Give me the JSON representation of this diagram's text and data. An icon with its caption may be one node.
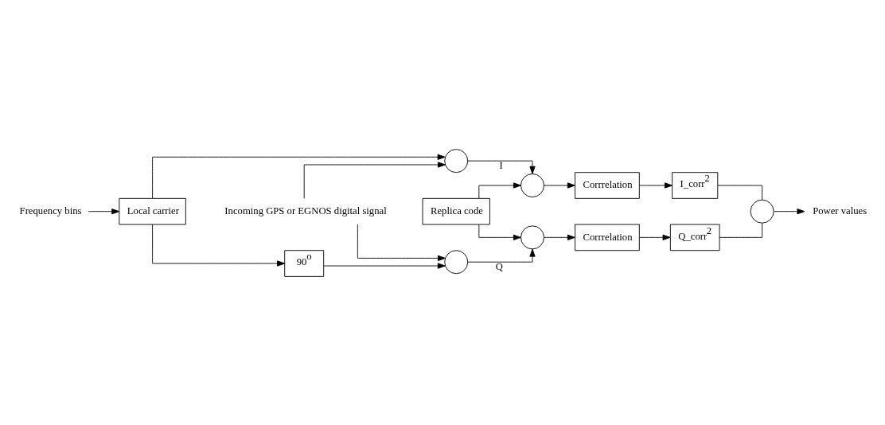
{
  "diagram": {
    "nodes": [
      {
        "text": [
          "Incoming GPS or EGNOS digital signal"
        ]
      },
      {
        "text": [],
        "shape": "circle"
      },
      {
        "text": [],
        "shape": "circle"
      },
      {
        "text": [],
        "shape": "circle"
      },
      {
        "text": [],
        "shape": "circle"
      },
      {
        "text": [
          "Corrrelation"
        ]
      },
      {
        "text": [
          "I_corr$^{2}$"
        ]
      },
      {
        "text": [
          "Corrrelation"
        ]
      },
      {
        "text": [
          "Q_corr$^{2}$"
        ]
      },
      {
        "text": [],
        "shape": "circle"
      },
      {
        "text": [
          "Power values"
        ]
      },
      {
        "text": [
          "90$^{o}$"
        ]
      },
      {
        "text": [
          "Replica code"
        ]
      },
      {
        "text": [
          "Local carrier"
        ]
      },
      {
        "text": [
          "Frequency bins"
        ]
      }
    ],
    "edges": [
      {
        "from": 0,
        "to": 1,
        "arrow": "to"
      },
      {
        "from": 0,
        "to": 3,
        "arrow": "to"
      },
      {
        "from": 1,
        "to": 2,
        "arrow": "to",
        "label": "I"
      },
      {
        "from": 3,
        "to": 4,
        "arrow": "to",
        "label": "Q"
      },
      {
        "from": 2,
        "to": 5,
        "arrow": "to"
      },
      {
        "from": 4,
        "to": 7,
        "arrow": "to"
      },
      {
        "from": 5,
        "to": 6,
        "arrow": "to"
      },
      {
        "from": 7,
        "to": 8,
        "arrow": "to"
      },
      {
        "from": 6,
        "to": 9,
        "arrow": "none"
      },
      {
        "from": 8,
        "to": 9,
        "arrow": "none"
      },
      {
        "from": 9,
        "to": 10,
        "arrow": "to"
      },
      {
        "from": 13,
        "to": 1,
        "arrow": "to"
      },
      {
        "from": 13,
        "to": 11,
        "arrow": "to"
      },
      {
        "from": 11,
        "to": 3,
        "arrow": "to"
      },
      {
        "from": 12,
        "to": 2,
        "arrow": "to"
      },
      {
        "from": 12,
        "to": 4,
        "arrow": "to"
      },
      {
        "from": 14,
        "to": 13,
        "arrow": "to"
      }
    ]
  }
}
